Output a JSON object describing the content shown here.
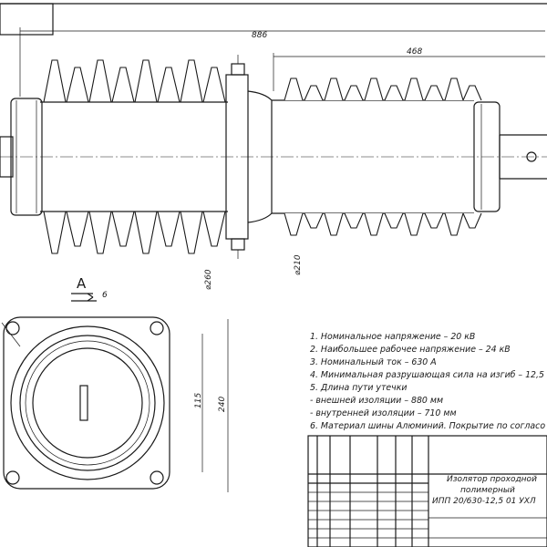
{
  "dimensions": {
    "overall_length": "886",
    "right_part_length": "468",
    "shed_diameter": "⌀260",
    "body_diameter": "⌀210",
    "flange_inner": "115",
    "flange_outer": "240",
    "section_offset": "6"
  },
  "view_label": "A",
  "notes": [
    "1. Номинальное напряжение – 20 кВ",
    "2. Наибольшее рабочее напряжение – 24 кВ",
    "3. Номинальный ток – 630 А",
    "4. Минимальная разрушающая сила на изгиб – 12,5",
    "5. Длина пути утечки",
    "- внешней изоляции – 880 мм",
    "- внутренней изоляции – 710 мм",
    "6. Материал шины Алюминий. Покрытие по согласо"
  ],
  "title_block": {
    "name_line1": "Изолятор проходной",
    "name_line2": "полимерный",
    "designation": "ИПП 20/630-12,5 01 УХЛ"
  },
  "colors": {
    "ink": "#1a1a1a",
    "paper": "#ffffff"
  }
}
